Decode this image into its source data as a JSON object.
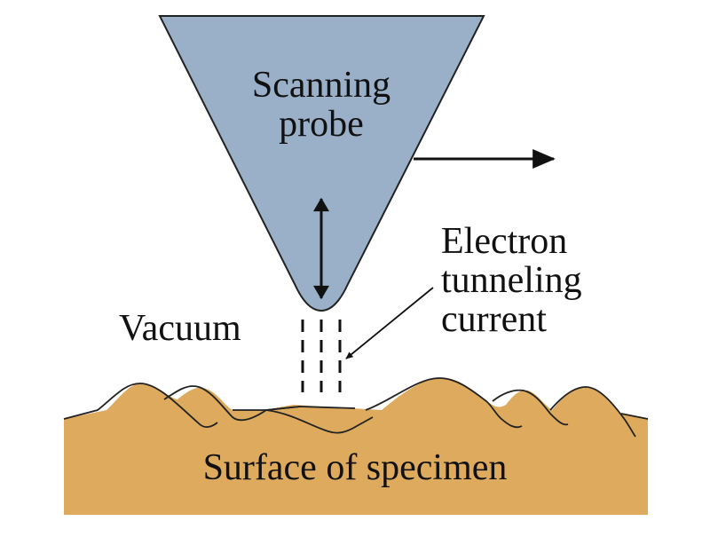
{
  "labels": {
    "probe_line1": "Scanning",
    "probe_line2": "probe",
    "vacuum": "Vacuum",
    "current_line1": "Electron",
    "current_line2": "tunneling",
    "current_line3": "current",
    "surface": "Surface of specimen"
  },
  "colors": {
    "probe_fill": "#9AB0C8",
    "specimen_fill": "#DDAA5E",
    "stroke": "#222222",
    "text": "#111111"
  }
}
